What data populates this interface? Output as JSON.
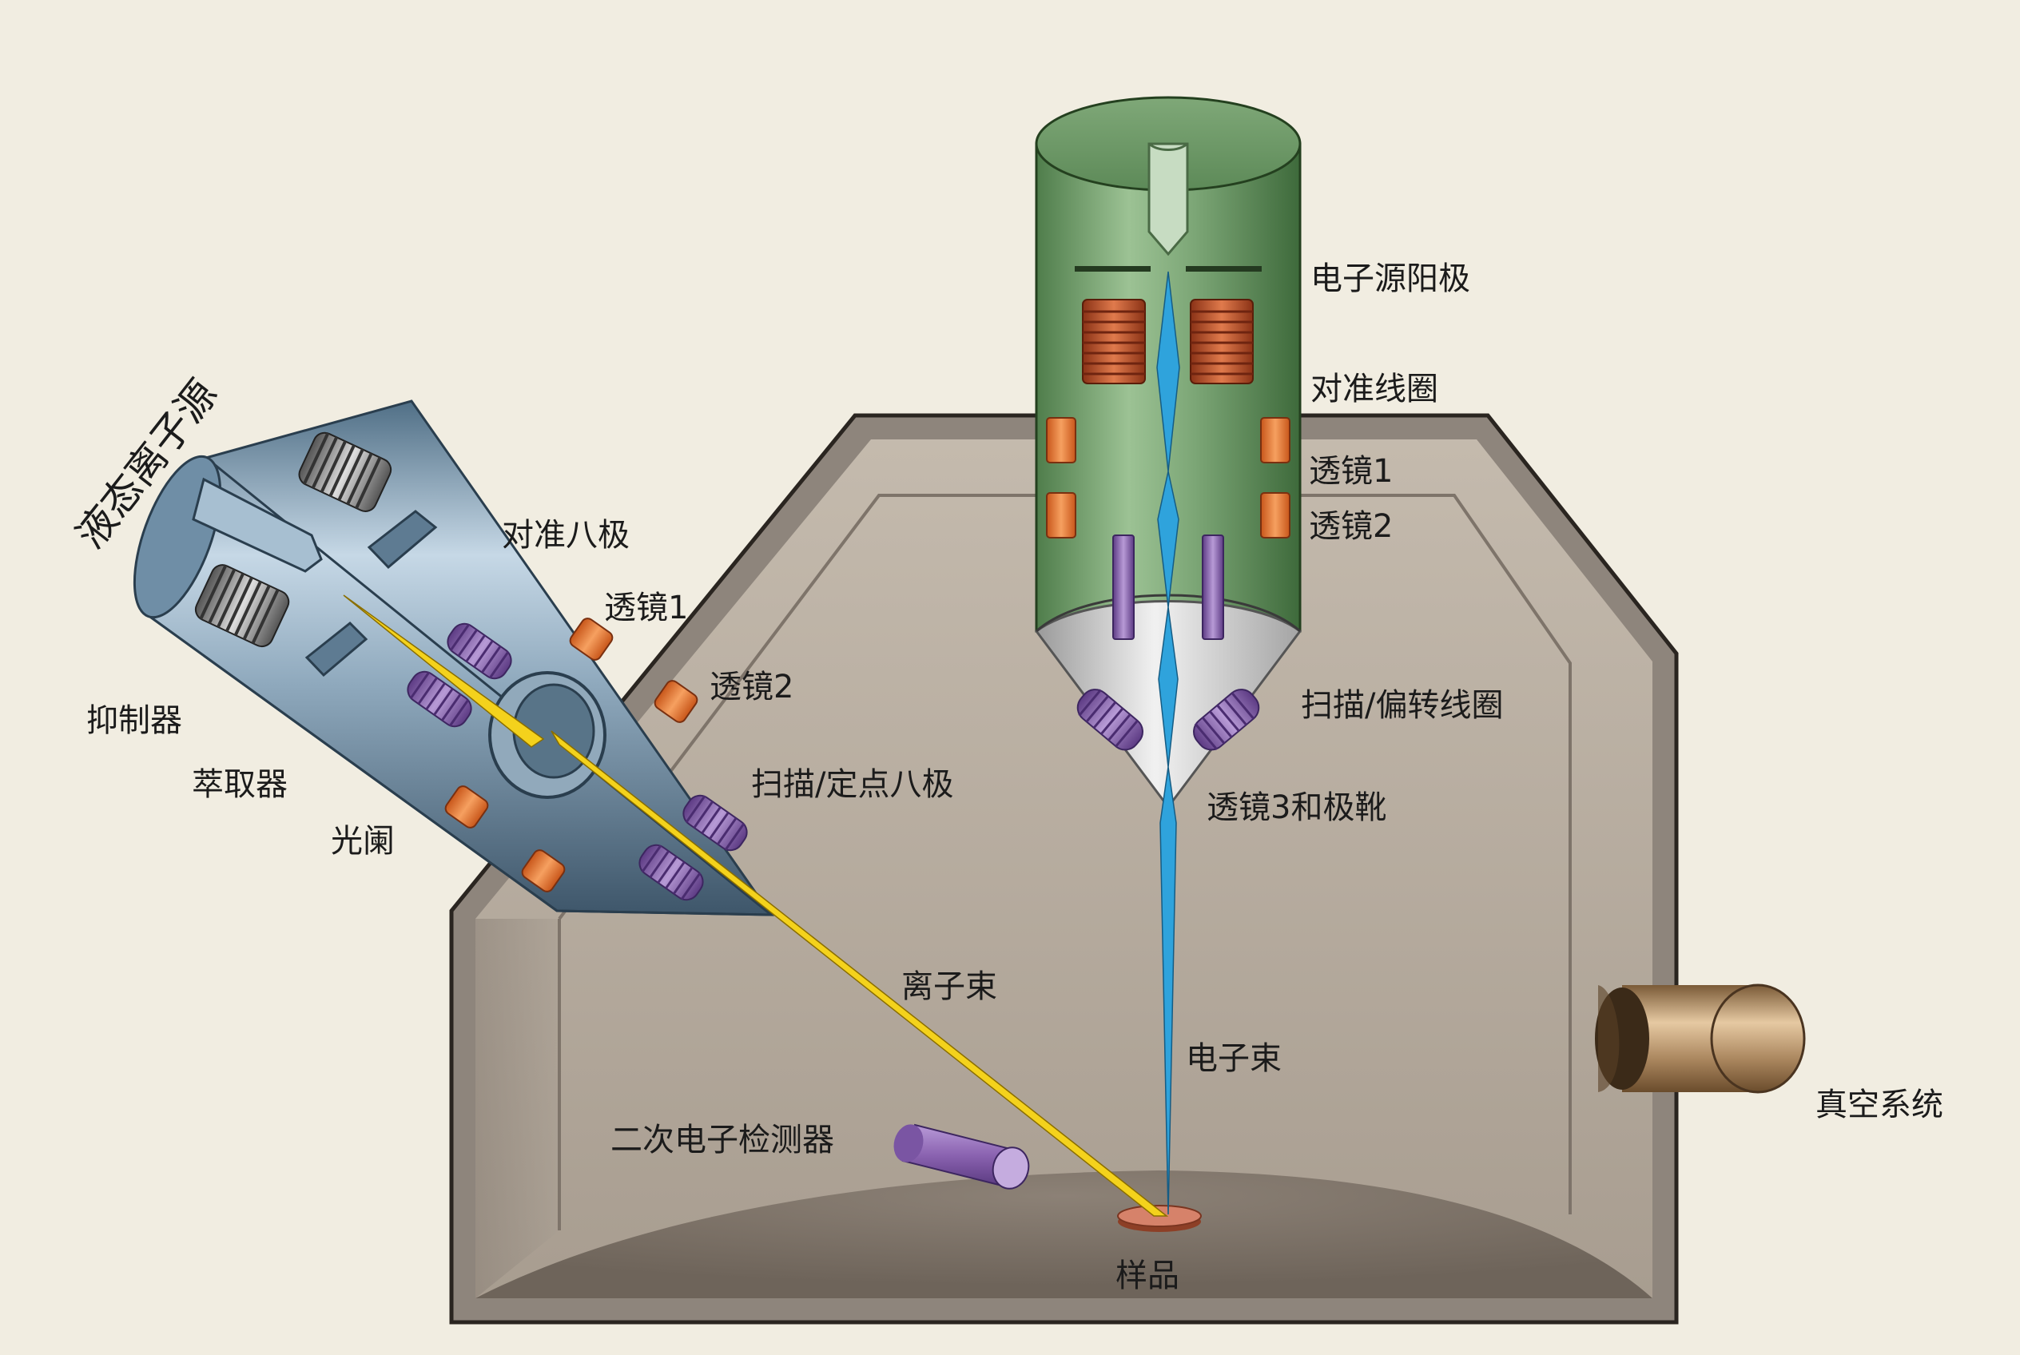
{
  "labels": {
    "liquid_ion_source": "液态离子源",
    "alignment_octupole": "对准八极",
    "fib_lens1": "透镜1",
    "fib_lens2": "透镜2",
    "suppressor": "抑制器",
    "extractor": "萃取器",
    "aperture": "光阑",
    "scan_spot_octupole": "扫描/定点八极",
    "ion_beam": "离子束",
    "electron_source_anode": "电子源阳极",
    "alignment_coil": "对准线圈",
    "sem_lens1": "透镜1",
    "sem_lens2": "透镜2",
    "scan_deflection_coil": "扫描/偏转线圈",
    "lens3_pole_piece": "透镜3和极靴",
    "electron_beam": "电子束",
    "secondary_electron_detector": "二次电子检测器",
    "sample": "样品",
    "vacuum_system": "真空系统"
  },
  "colors": {
    "background": "#f1ede1",
    "chamber_wall": "#8e857c",
    "chamber_interior": "#b9ae9f",
    "electron_column": "#6f9a68",
    "ion_column": "#8fa9bd",
    "ion_beam": "#f4d21c",
    "electron_beam": "#2fa3dc",
    "coil_copper": "#c9542a",
    "lens_orange": "#e8782c",
    "octupole_purple": "#8a62b0",
    "vacuum_pipe": "#a9855d",
    "sample": "#c96a4c"
  }
}
